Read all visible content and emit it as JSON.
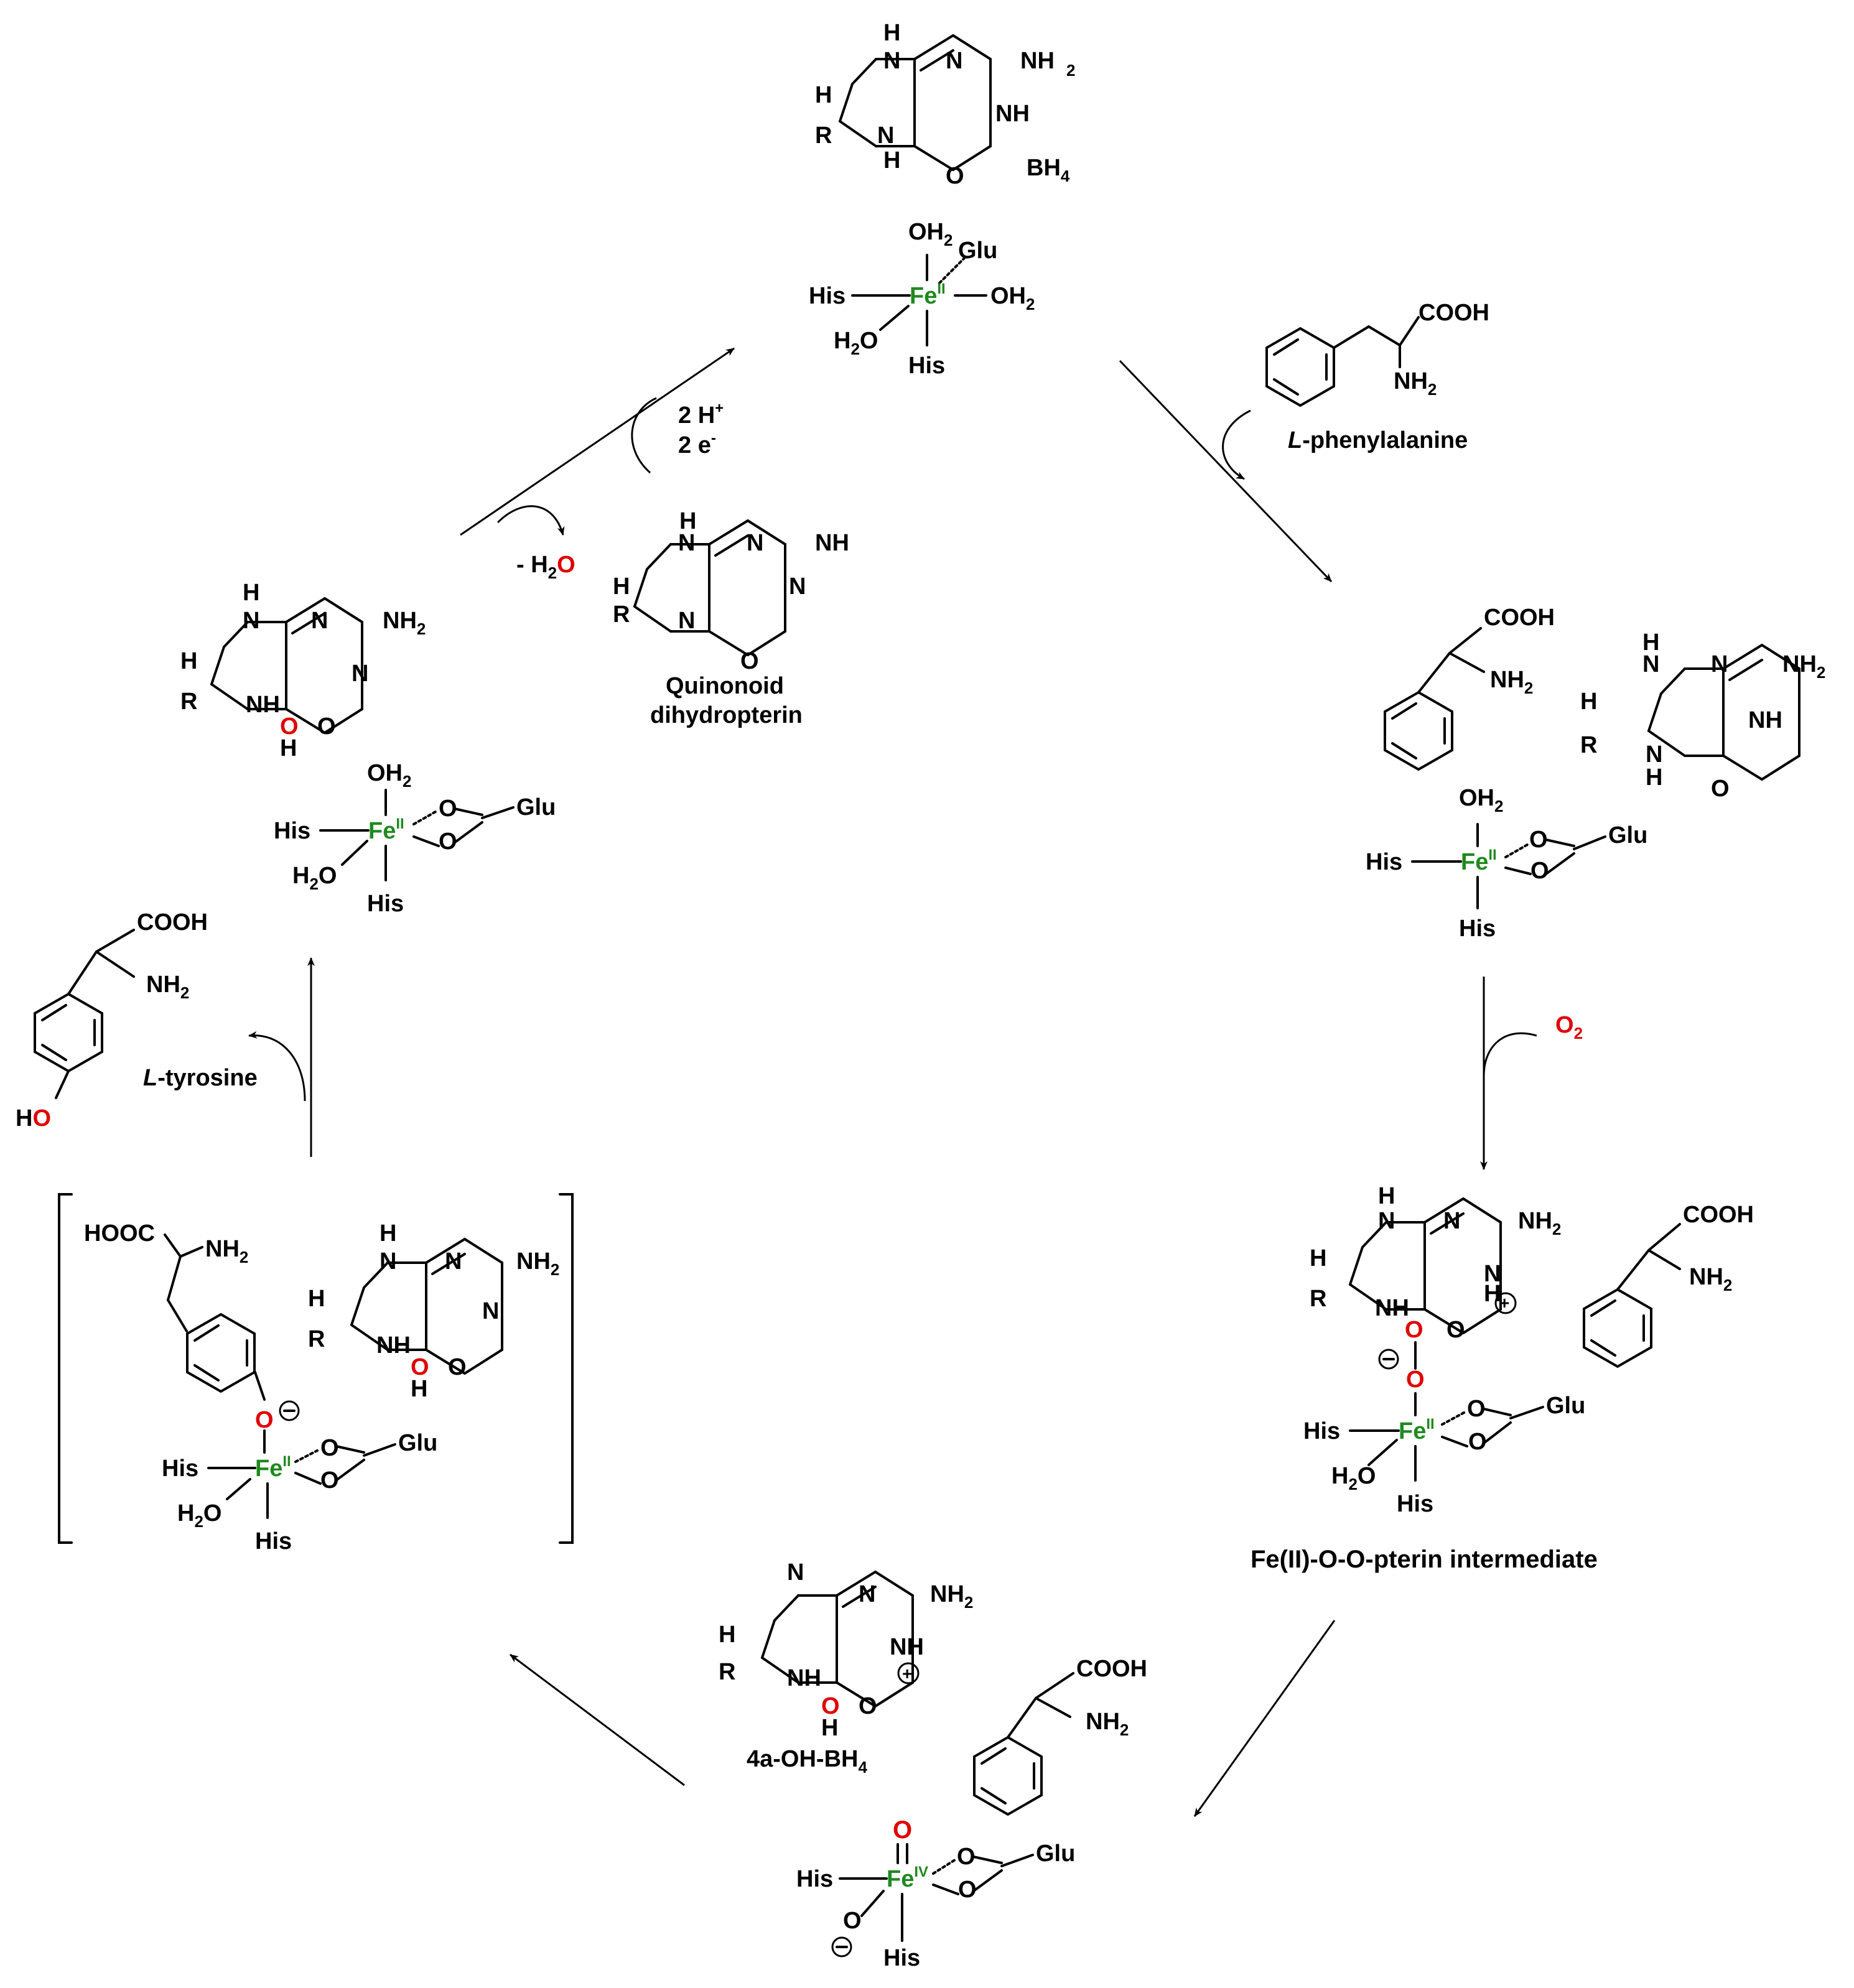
{
  "colors": {
    "iron": "#1e8a1e",
    "oxygen": "#e00000",
    "ink": "#000000"
  },
  "structures": {
    "bh4": {
      "label": "BH",
      "label_sub": "4"
    },
    "phenylalanine": {
      "name_italic": "L",
      "name_rest": "-phenylalanine"
    },
    "tyrosine": {
      "name_italic": "L",
      "name_rest": "-tyrosine"
    },
    "quinonoid": {
      "line1": "Quinonoid",
      "line2": "dihydropterin"
    },
    "peroxo": {
      "label": "Fe(II)-O-O-pterin intermediate"
    },
    "hydroxy_pterin": {
      "label": "4a-OH-BH",
      "label_sub": "4"
    }
  },
  "reagents": {
    "protons": "2 H",
    "protons_sup": "+",
    "electrons": "2 e",
    "electrons_sup": "-",
    "water_loss_prefix": "- H",
    "water_loss_sub": "2",
    "water_loss_o": "O",
    "oxygen": "O",
    "oxygen_sub": "2"
  },
  "atoms": {
    "fe": "Fe",
    "fe2_ox": "II",
    "fe4_ox": "IV",
    "his": "His",
    "glu": "Glu",
    "oh2": "OH",
    "h2o": "H",
    "two": "2",
    "o": "O",
    "cooh": "COOH",
    "hooc": "HOOC",
    "nh2": "NH",
    "nh": "NH",
    "n": "N",
    "h": "H",
    "r": "R",
    "oxy": "O"
  }
}
